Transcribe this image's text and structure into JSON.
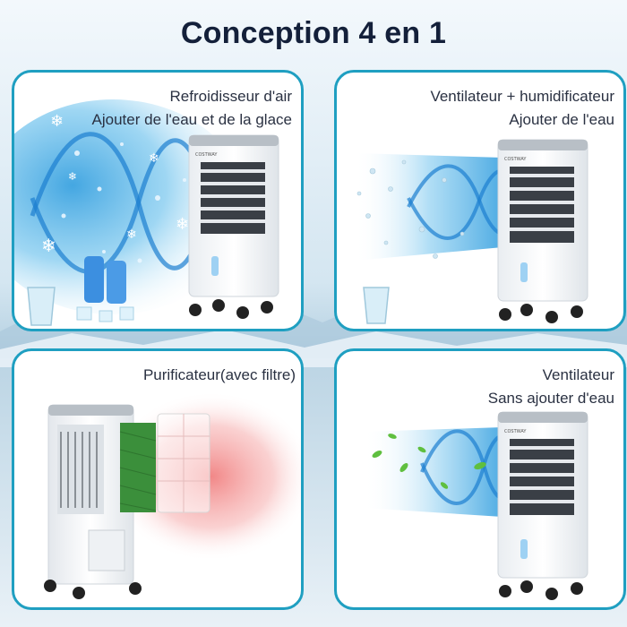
{
  "header": {
    "title": "Conception 4 en 1"
  },
  "panels": [
    {
      "line1": "Refroidisseur d'air",
      "line2": "Ajouter de l'eau et de la glace"
    },
    {
      "line1": "Ventilateur + humidificateur",
      "line2": "Ajouter de l'eau"
    },
    {
      "line1": "Purificateur(avec filtre)",
      "line2": ""
    },
    {
      "line1": "Ventilateur",
      "line2": "Sans ajouter d'eau"
    }
  ],
  "product": {
    "brand": "COSTWAY"
  },
  "colors": {
    "border": "#1f9fc1",
    "airflow": "#7ec9ef",
    "airflow_dark": "#3aa2e0",
    "filter_green": "#3b8f3b",
    "filter_red": "#f07a7a",
    "leaf_green": "#5fbf3f"
  }
}
